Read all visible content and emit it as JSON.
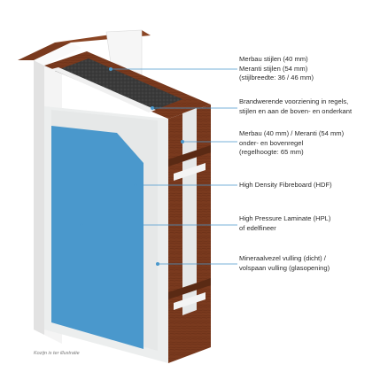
{
  "annotations": [
    {
      "id": "stiles",
      "lines": [
        "Merbau stijlen (40 mm)",
        "Meranti stijlen (54 mm)",
        "(stijlbreedte: 36 / 46 mm)"
      ]
    },
    {
      "id": "fire",
      "lines": [
        "Brandwerende voorziening in regels,",
        "stijlen en aan de boven- en onderkant"
      ]
    },
    {
      "id": "rails",
      "lines": [
        "Merbau (40 mm) / Meranti (54 mm)",
        "onder- en bovenregel",
        "(regelhoogte: 65 mm)"
      ]
    },
    {
      "id": "hdf",
      "lines": [
        "High Density Fibreboard (HDF)"
      ]
    },
    {
      "id": "hpl",
      "lines": [
        "High Pressure Laminate (HPL)",
        "of edelfineer"
      ]
    },
    {
      "id": "core",
      "lines": [
        "Mineraalvezel vulling (dicht) /",
        "volspaan vulling (glasopening)"
      ]
    }
  ],
  "footnote": "Kozijn is ter illustratie",
  "colors": {
    "wood": "#7a3a1e",
    "wood_dark": "#5a2a14",
    "frame_white": "#f2f2f2",
    "hdf_white": "#eceeee",
    "laminate_blue": "#4a98cc",
    "mineral_wool": "#3a3a3a",
    "leader_line": "#4a98cc"
  }
}
